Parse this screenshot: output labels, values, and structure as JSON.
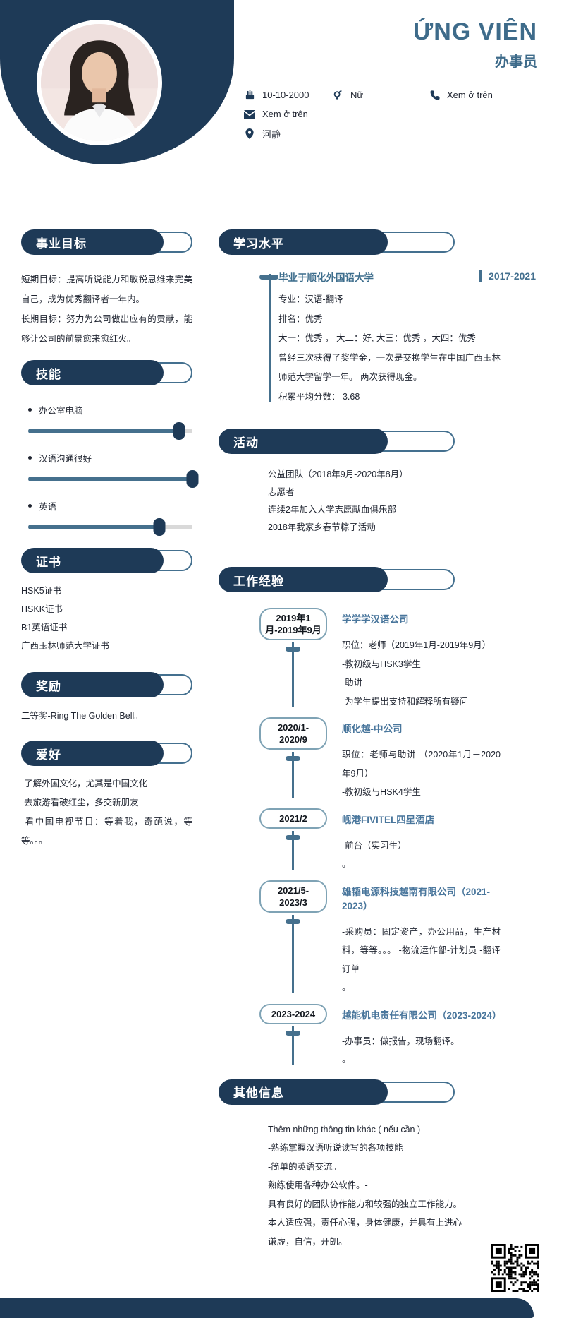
{
  "header": {
    "name": "ỨNG VIÊN",
    "role": "办事员",
    "contact": [
      {
        "icon": "birthday-icon",
        "text": "10-10-2000"
      },
      {
        "icon": "gender-icon",
        "text": "Nữ"
      },
      {
        "icon": "phone-icon",
        "text": "Xem ở trên"
      },
      {
        "icon": "email-icon",
        "text": "Xem ở trên"
      },
      {
        "icon": "location-icon",
        "text": "河静"
      }
    ]
  },
  "left": {
    "objective": {
      "title": "事业目标",
      "paragraphs": [
        "短期目标：提高听说能力和敏锐思维来完美自己，成为优秀翻译者一年内。",
        "长期目标：努力为公司做出应有的贡献，能够让公司的前景愈来愈红火。"
      ]
    },
    "skills": {
      "title": "技能",
      "items": [
        {
          "label": "办公室电脑",
          "percent": 92
        },
        {
          "label": "汉语沟通很好",
          "percent": 100
        },
        {
          "label": "英语",
          "percent": 80
        }
      ]
    },
    "certificates": {
      "title": "证书",
      "items": [
        "HSK5证书",
        "HSKK证书",
        "B1英语证书",
        "广西玉林师范大学证书"
      ]
    },
    "awards": {
      "title": "奖励",
      "items": [
        "二等奖-Ring The Golden Bell。"
      ]
    },
    "hobbies": {
      "title": "爱好",
      "lines": [
        "-了解外国文化，尤其是中国文化",
        "-去旅游看破红尘，多交新朋友",
        "-看中国电视节目：等着我，奇葩说，等等。。。"
      ]
    }
  },
  "right": {
    "education": {
      "title": "学习水平",
      "school": "毕业于顺化外国语大学",
      "period": "2017-2021",
      "details": [
        "专业：汉语-翻译",
        "排名：优秀",
        "大一：优秀 ， 大二：好, 大三：优秀 ，大四：优秀",
        "曾经三次获得了奖学金，一次是交换学生在中国广西玉林师范大学留学一年。 两次获得现金。",
        "积累平均分数： 3.68"
      ]
    },
    "activities": {
      "title": "活动",
      "lines": [
        "公益团队（2018年9月-2020年8月）",
        "志愿者",
        "连续2年加入大学志愿献血俱乐部",
        "2018年我家乡春节粽子活动"
      ]
    },
    "experience": {
      "title": "工作经验",
      "entries": [
        {
          "period": "2019年1月-2019年9月",
          "company": "学学学汉语公司",
          "details": [
            "职位：老师（2019年1月-2019年9月）",
            "-教初级与HSK3学生",
            "-助讲",
            "-为学生提出支持和解释所有疑问"
          ]
        },
        {
          "period": "2020/1-2020/9",
          "company": "顺化越-中公司",
          "details": [
            "职位：老师与助讲 （2020年1月－2020年9月）",
            "-教初级与HSK4学生"
          ]
        },
        {
          "period": "2021/2",
          "company": "岘港FIVITEL四星酒店",
          "details": [
            "-前台（实习生）",
            "。"
          ]
        },
        {
          "period": "2021/5-2023/3",
          "company": "雄韬电源科技越南有限公司（2021-2023）",
          "details": [
            "-采购员：固定资产，办公用品，生产材料，等等。。。 -物流运作部-计划员 -翻译订单",
            "。"
          ]
        },
        {
          "period": "2023-2024",
          "company": "越能机电责任有限公司（2023-2024）",
          "details": [
            "-办事员：做报告，现场翻译。",
            "。"
          ]
        }
      ]
    },
    "other": {
      "title": "其他信息",
      "lines": [
        "Thêm những thông tin khác ( nếu cần )",
        "-熟练掌握汉语听说读写的各项技能",
        "-简单的英语交流。",
        "熟练使用各种办公软件。-",
        "具有良好的团队协作能力和较强的独立工作能力。",
        "本人适应强，责任心强，身体健康，并具有上进心",
        "谦虚，自信，开朗。"
      ]
    }
  },
  "colors": {
    "navy": "#1e3a57",
    "teal_accent": "#45708d",
    "title_blue": "#3e6b8a",
    "slider_track": "#d9d9d9"
  }
}
